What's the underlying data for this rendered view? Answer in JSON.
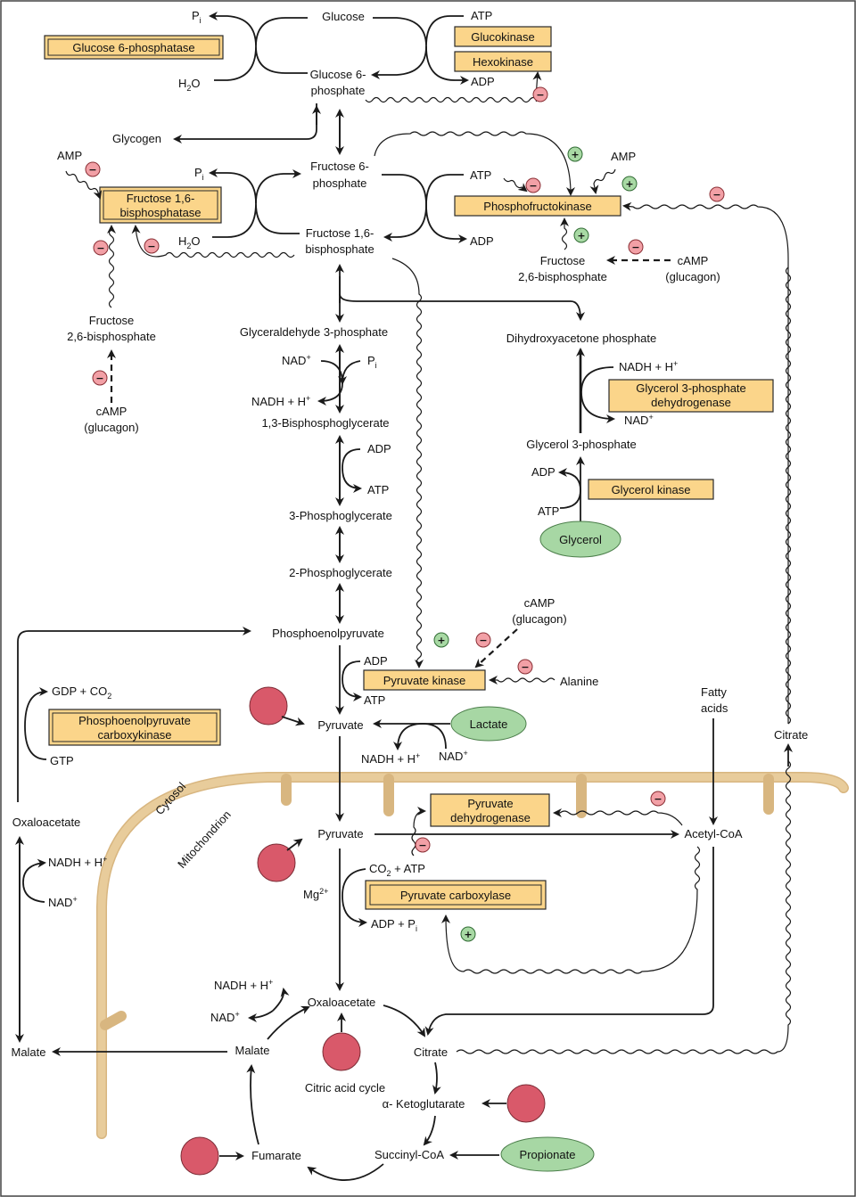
{
  "metabolites": {
    "glucose": "Glucose",
    "g6p_1": "Glucose 6-",
    "g6p_2": "phosphate",
    "glycogen": "Glycogen",
    "f6p_1": "Fructose 6-",
    "f6p_2": "phosphate",
    "f16bp_1": "Fructose 1,6-",
    "f16bp_2": "bisphosphate",
    "f26bp_left_1": "Fructose",
    "f26bp_left_2": "2,6-bisphosphate",
    "f26bp_right_1": "Fructose",
    "f26bp_right_2": "2,6-bisphosphate",
    "camp_left_1": "cAMP",
    "camp_left_2": "(glucagon)",
    "camp_right_1": "cAMP",
    "camp_right_2": "(glucagon)",
    "camp_pk_1": "cAMP",
    "camp_pk_2": "(glucagon)",
    "gap": "Glyceraldehyde 3-phosphate",
    "dhap": "Dihydroxyacetone phosphate",
    "bpg": "1,3-Bisphosphoglycerate",
    "pg3": "3-Phosphoglycerate",
    "pg2": "2-Phosphoglycerate",
    "pep": "Phosphoenolpyruvate",
    "glycerol3p": "Glycerol 3-phosphate",
    "glycerol": "Glycerol",
    "pyruvate_cyto": "Pyruvate",
    "lactate": "Lactate",
    "alanine": "Alanine",
    "fatty_acids_1": "Fatty",
    "fatty_acids_2": "acids",
    "citrate_cyto": "Citrate",
    "oaa_cyto": "Oxaloacetate",
    "malate_cyto": "Malate",
    "pyruvate_mito": "Pyruvate",
    "acetyl_coa": "Acetyl-CoA",
    "oaa_mito": "Oxaloacetate",
    "malate_mito": "Malate",
    "citrate_mito": "Citrate",
    "akg": "α- Ketoglutarate",
    "succinyl_coa": "Succinyl-CoA",
    "fumarate": "Fumarate",
    "propionate": "Propionate",
    "citric_acid_cycle": "Citric acid cycle"
  },
  "cofactors": {
    "pi_top": "P",
    "pi_sub": "i",
    "h2o_top": "H",
    "h2o_sub": "2",
    "h2o_o": "O",
    "atp_top": "ATP",
    "adp_top": "ADP",
    "amp_left": "AMP",
    "amp_right": "AMP",
    "pi_mid": "P",
    "pi_mid_sub": "i",
    "h2o_mid": "H",
    "h2o_mid_sub": "2",
    "h2o_mid_o": "O",
    "atp_pfk": "ATP",
    "adp_pfk": "ADP",
    "nad_gap": "NAD",
    "nad_gap_sup": "+",
    "pi_gap": "P",
    "pi_gap_sub": "i",
    "nadh_gap": "NADH + H",
    "nadh_gap_sup": "+",
    "adp_pgk": "ADP",
    "atp_pgk": "ATP",
    "nadh_g3p": "NADH + H",
    "nadh_g3p_sup": "+",
    "nad_g3p": "NAD",
    "nad_g3p_sup": "+",
    "adp_gk": "ADP",
    "atp_gk": "ATP",
    "adp_pk": "ADP",
    "atp_pk": "ATP",
    "gdp_co2": "GDP + CO",
    "gdp_co2_sub": "2",
    "gtp": "GTP",
    "nadh_ldh": "NADH + H",
    "nadh_ldh_sup": "+",
    "nad_ldh": "NAD",
    "nad_ldh_sup": "+",
    "nadh_mdh_cyto": "NADH + H",
    "nadh_mdh_cyto_sup": "+",
    "nad_mdh_cyto": "NAD",
    "nad_mdh_cyto_sup": "+",
    "co2_atp": "CO",
    "co2_atp_sub": "2",
    "co2_atp_rest": " + ATP",
    "mg": "Mg",
    "mg_sup": "2+",
    "adp_pi": "ADP + P",
    "adp_pi_sub": "i",
    "nadh_mdh_mito": "NADH + H",
    "nadh_mdh_mito_sup": "+",
    "nad_mdh_mito": "NAD",
    "nad_mdh_mito_sup": "+"
  },
  "enzymes": {
    "g6pase": "Glucose 6-phosphatase",
    "glucokinase": "Glucokinase",
    "hexokinase": "Hexokinase",
    "fbpase_1": "Fructose 1,6-",
    "fbpase_2": "bisphosphatase",
    "pfk": "Phosphofructokinase",
    "g3pdh_1": "Glycerol 3-phosphate",
    "g3pdh_2": "dehydrogenase",
    "glycerol_kinase": "Glycerol kinase",
    "pyruvate_kinase": "Pyruvate kinase",
    "pepck_1": "Phosphoenolpyruvate",
    "pepck_2": "carboxykinase",
    "pdh_1": "Pyruvate",
    "pdh_2": "dehydrogenase",
    "pc": "Pyruvate carboxylase"
  },
  "compartments": {
    "cytosol": "Cytosol",
    "mitochondrion": "Mitochondrion"
  },
  "signs": {
    "negative": "−",
    "positive": "+"
  },
  "colors": {
    "enzyme_box": "#fbd58a",
    "membrane": "#d8b680",
    "inhibition": "#f2a0a6",
    "activation": "#a8d9a4",
    "substrate_oval": "#a7d7a4",
    "entry_dot": "#d9596a"
  }
}
